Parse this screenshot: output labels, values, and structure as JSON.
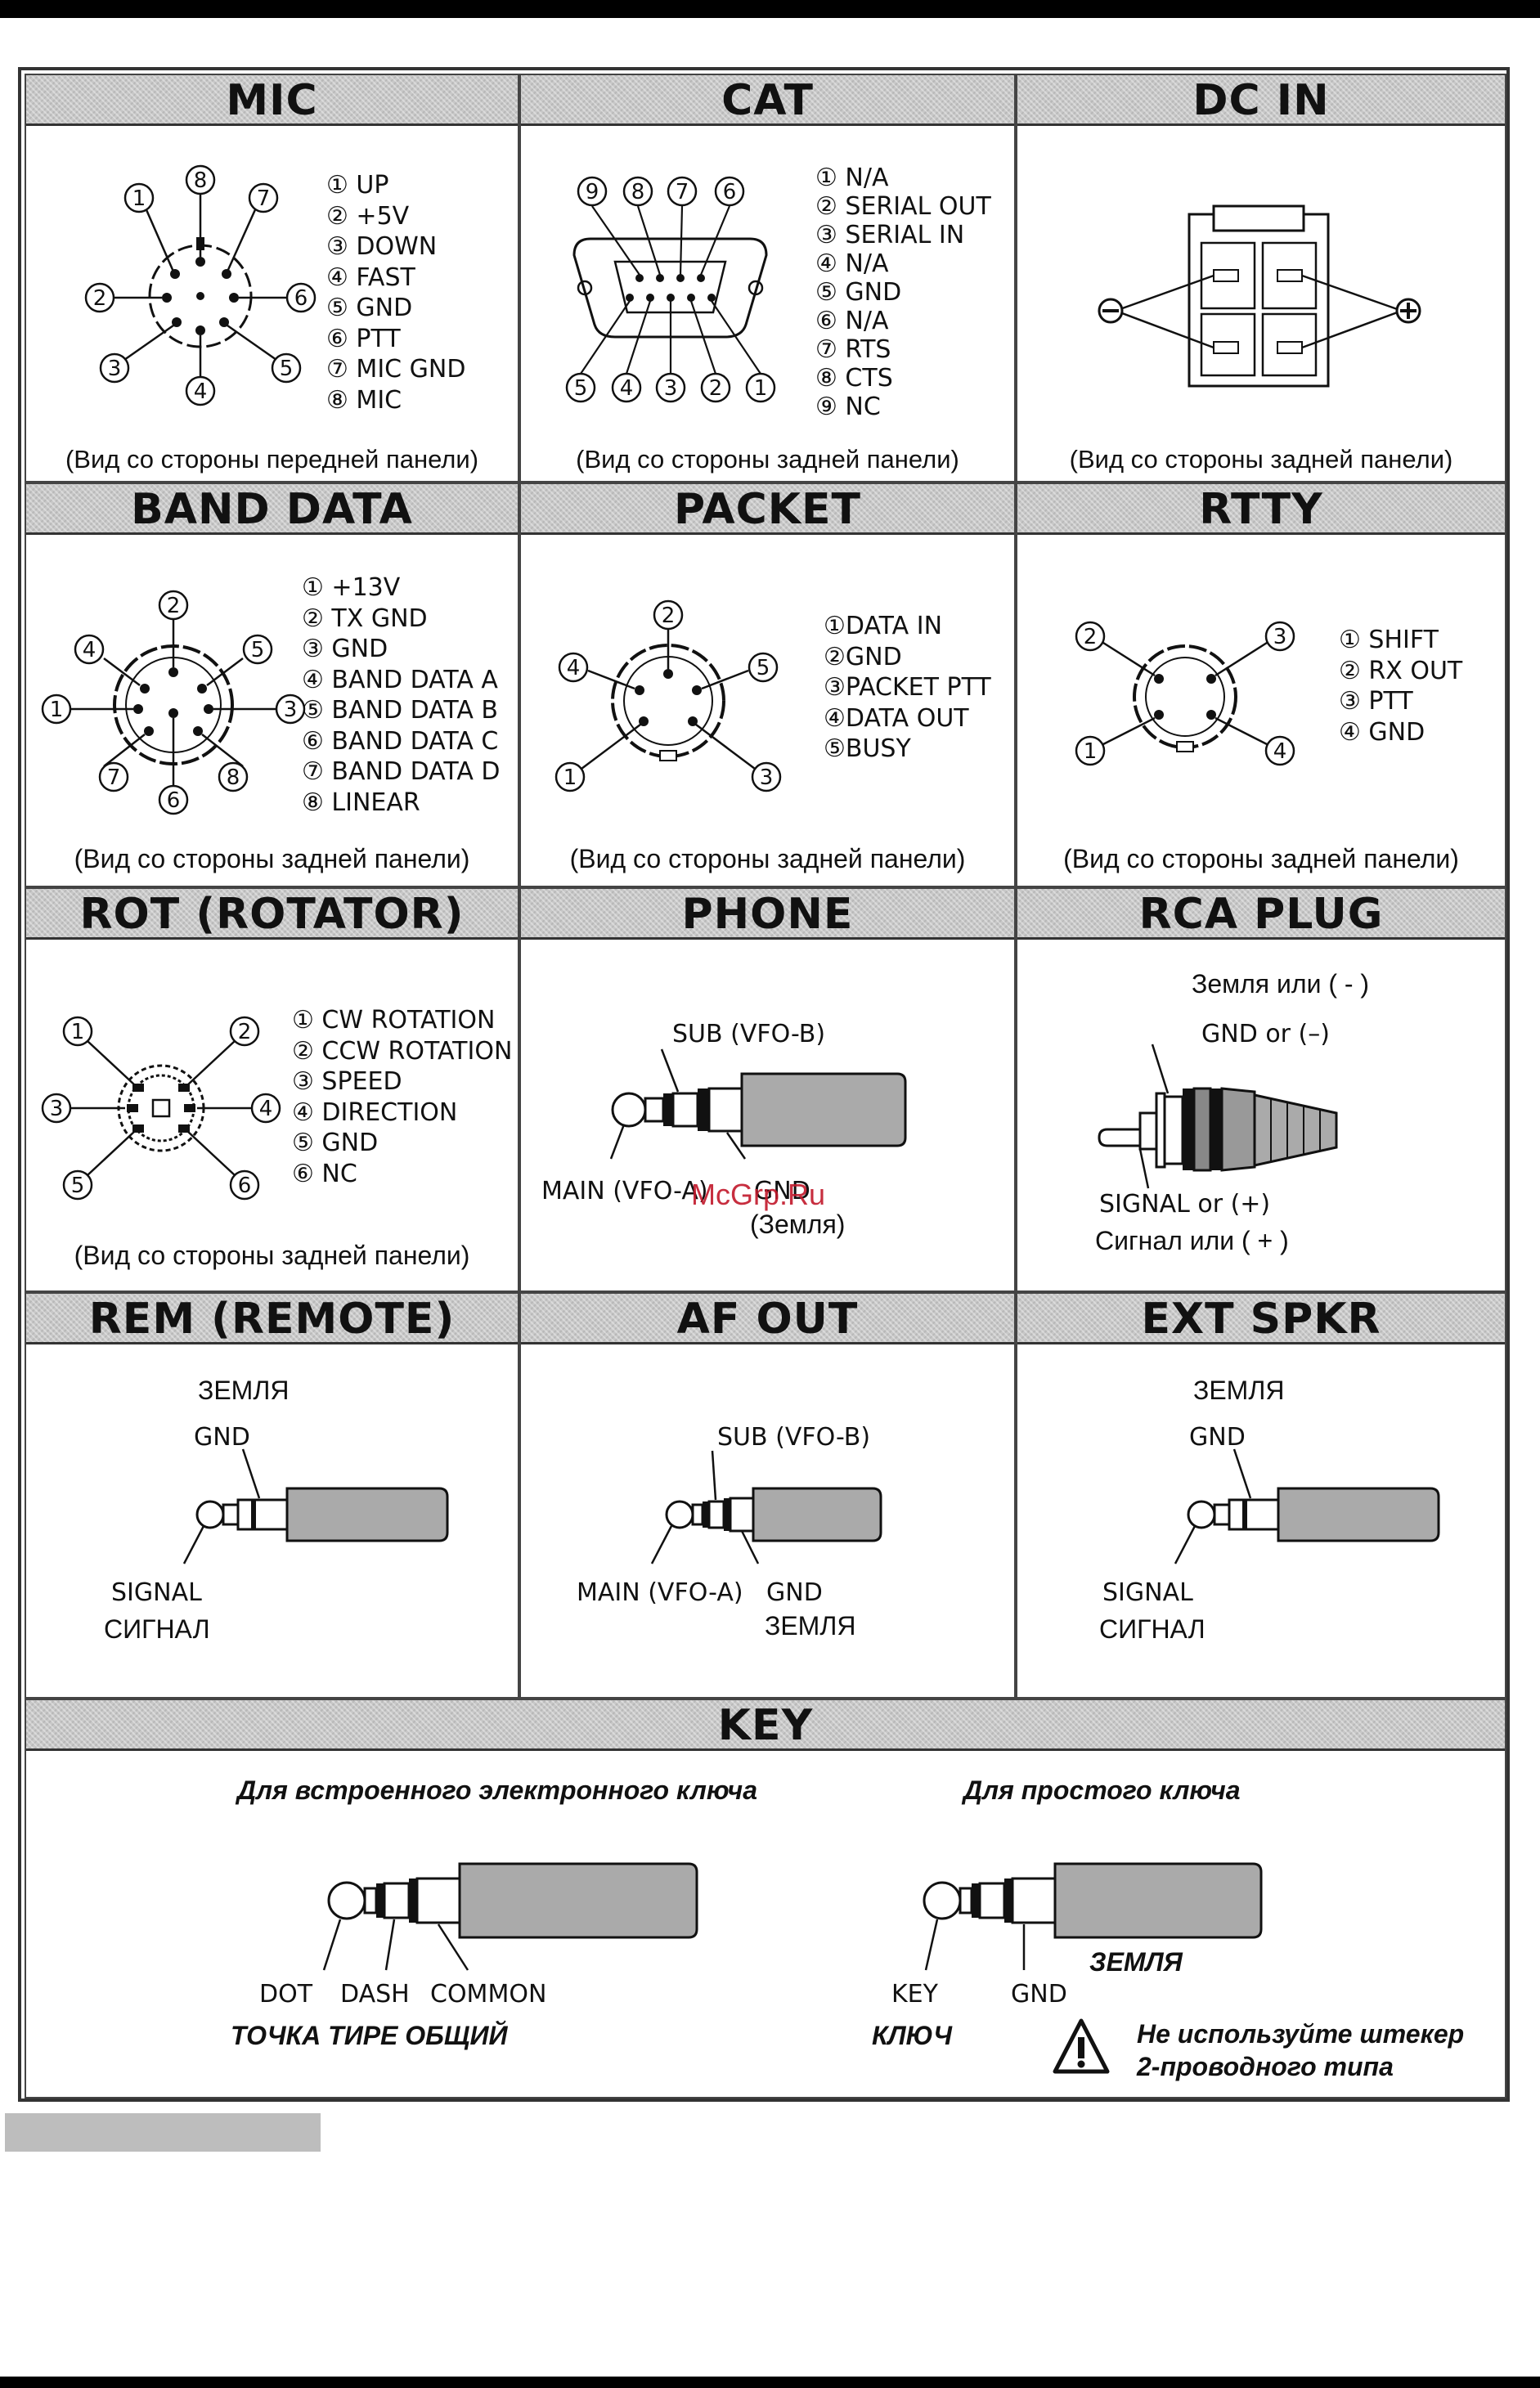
{
  "watermark": "McGrp.Ru",
  "panels": {
    "mic": {
      "title": "MIC",
      "caption": "(Вид со стороны передней панели)",
      "pins": [
        "① UP",
        "② +5V",
        "③ DOWN",
        "④ FAST",
        "⑤ GND",
        "⑥ PTT",
        "⑦ MIC GND",
        "⑧ MIC"
      ]
    },
    "cat": {
      "title": "CAT",
      "caption": "(Вид со стороны задней панели)",
      "pins": [
        "① N/A",
        "② SERIAL OUT",
        "③ SERIAL IN",
        "④ N/A",
        "⑤ GND",
        "⑥ N/A",
        "⑦ RTS",
        "⑧ CTS",
        "⑨ NC"
      ]
    },
    "dcin": {
      "title": "DC IN",
      "caption": "(Вид со стороны задней панели)"
    },
    "banddata": {
      "title": "BAND DATA",
      "caption": "(Вид со стороны задней панели)",
      "pins": [
        "① +13V",
        "② TX GND",
        "③ GND",
        "④ BAND DATA A",
        "⑤ BAND DATA B",
        "⑥ BAND DATA C",
        "⑦ BAND DATA D",
        "⑧ LINEAR"
      ]
    },
    "packet": {
      "title": "PACKET",
      "pins": [
        "①DATA IN",
        "②GND",
        "③PACKET PTT",
        "④DATA OUT",
        "⑤BUSY"
      ]
    },
    "rtty": {
      "title": "RTTY",
      "caption": "(Вид со стороны задней панели)",
      "pins": [
        "① SHIFT",
        "② RX OUT",
        "③ PTT",
        "④ GND"
      ]
    },
    "rot": {
      "title": "ROT (ROTATOR)",
      "caption": "(Вид со стороны задней панели)",
      "pins": [
        "① CW ROTATION",
        "② CCW ROTATION",
        "③ SPEED",
        "④ DIRECTION",
        "⑤ GND",
        "⑥ NC"
      ]
    },
    "phone": {
      "title": "PHONE",
      "sub": "SUB (VFO-B)",
      "main": "MAIN (VFO-A)",
      "gnd": "GND",
      "gnd_ru": "(Земля)"
    },
    "rca": {
      "title": "RCA PLUG",
      "gnd_ru": "Земля или ( - )",
      "gnd": "GND or (–)",
      "signal": "SIGNAL or (+)",
      "signal_ru": "Сигнал или ( + )"
    },
    "rem": {
      "title": "REM (REMOTE)",
      "gnd_ru": "ЗЕМЛЯ",
      "gnd": "GND",
      "signal": "SIGNAL",
      "signal_ru": "СИГНАЛ"
    },
    "afout": {
      "title": "AF OUT",
      "sub": "SUB (VFO-B)",
      "main": "MAIN (VFO-A)",
      "gnd": "GND",
      "gnd_ru": "ЗЕМЛЯ"
    },
    "extspkr": {
      "title": "EXT SPKR",
      "gnd_ru": "ЗЕМЛЯ",
      "gnd": "GND",
      "signal": "SIGNAL",
      "signal_ru": "СИГНАЛ"
    },
    "key": {
      "title": "KEY",
      "elkey_caption": "Для встроенного электронного ключа",
      "straight_caption": "Для простого ключа",
      "dot": "DOT",
      "dash": "DASH",
      "common": "COMMON",
      "elkey_ru": "ТОЧКА ТИРЕ ОБЩИЙ",
      "key": "KEY",
      "gnd": "GND",
      "gnd_ru": "ЗЕМЛЯ",
      "key_ru": "КЛЮЧ",
      "warning_line1": "Не используйте штекер",
      "warning_line2": "2-проводного типа"
    }
  }
}
